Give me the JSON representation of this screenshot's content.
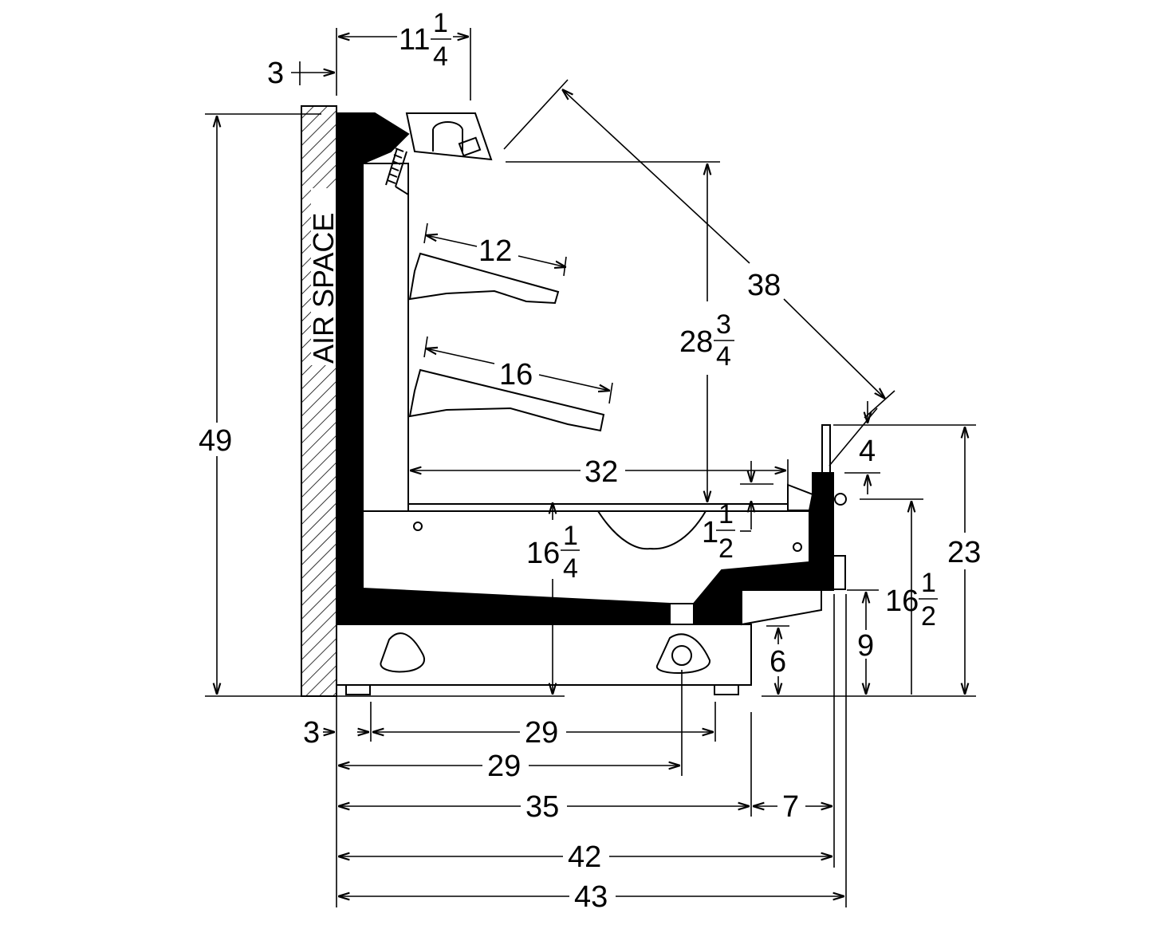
{
  "air_space_label": "AIR SPACE",
  "dims": {
    "wall_gap_top": "3",
    "top_depth_whole": "11",
    "top_depth_num": "1",
    "top_depth_den": "4",
    "overall_height": "49",
    "shelf_upper": "12",
    "shelf_lower": "16",
    "diagonal": "38",
    "inner_height_whole": "28",
    "inner_height_num": "3",
    "inner_height_den": "4",
    "deck_depth": "32",
    "lip_whole": "1",
    "lip_num": "1",
    "lip_den": "2",
    "base_height_whole": "16",
    "base_height_num": "1",
    "base_height_den": "4",
    "front_top_small": "4",
    "front_height": "23",
    "front_mid_whole": "16",
    "front_mid_num": "1",
    "front_mid_den": "2",
    "front_low": "9",
    "leg_height": "6",
    "foot_offset": "3",
    "foot_span": "29",
    "drain_location": "29",
    "base_depth": "35",
    "bumper_depth": "7",
    "depth_42": "42",
    "depth_43": "43"
  }
}
